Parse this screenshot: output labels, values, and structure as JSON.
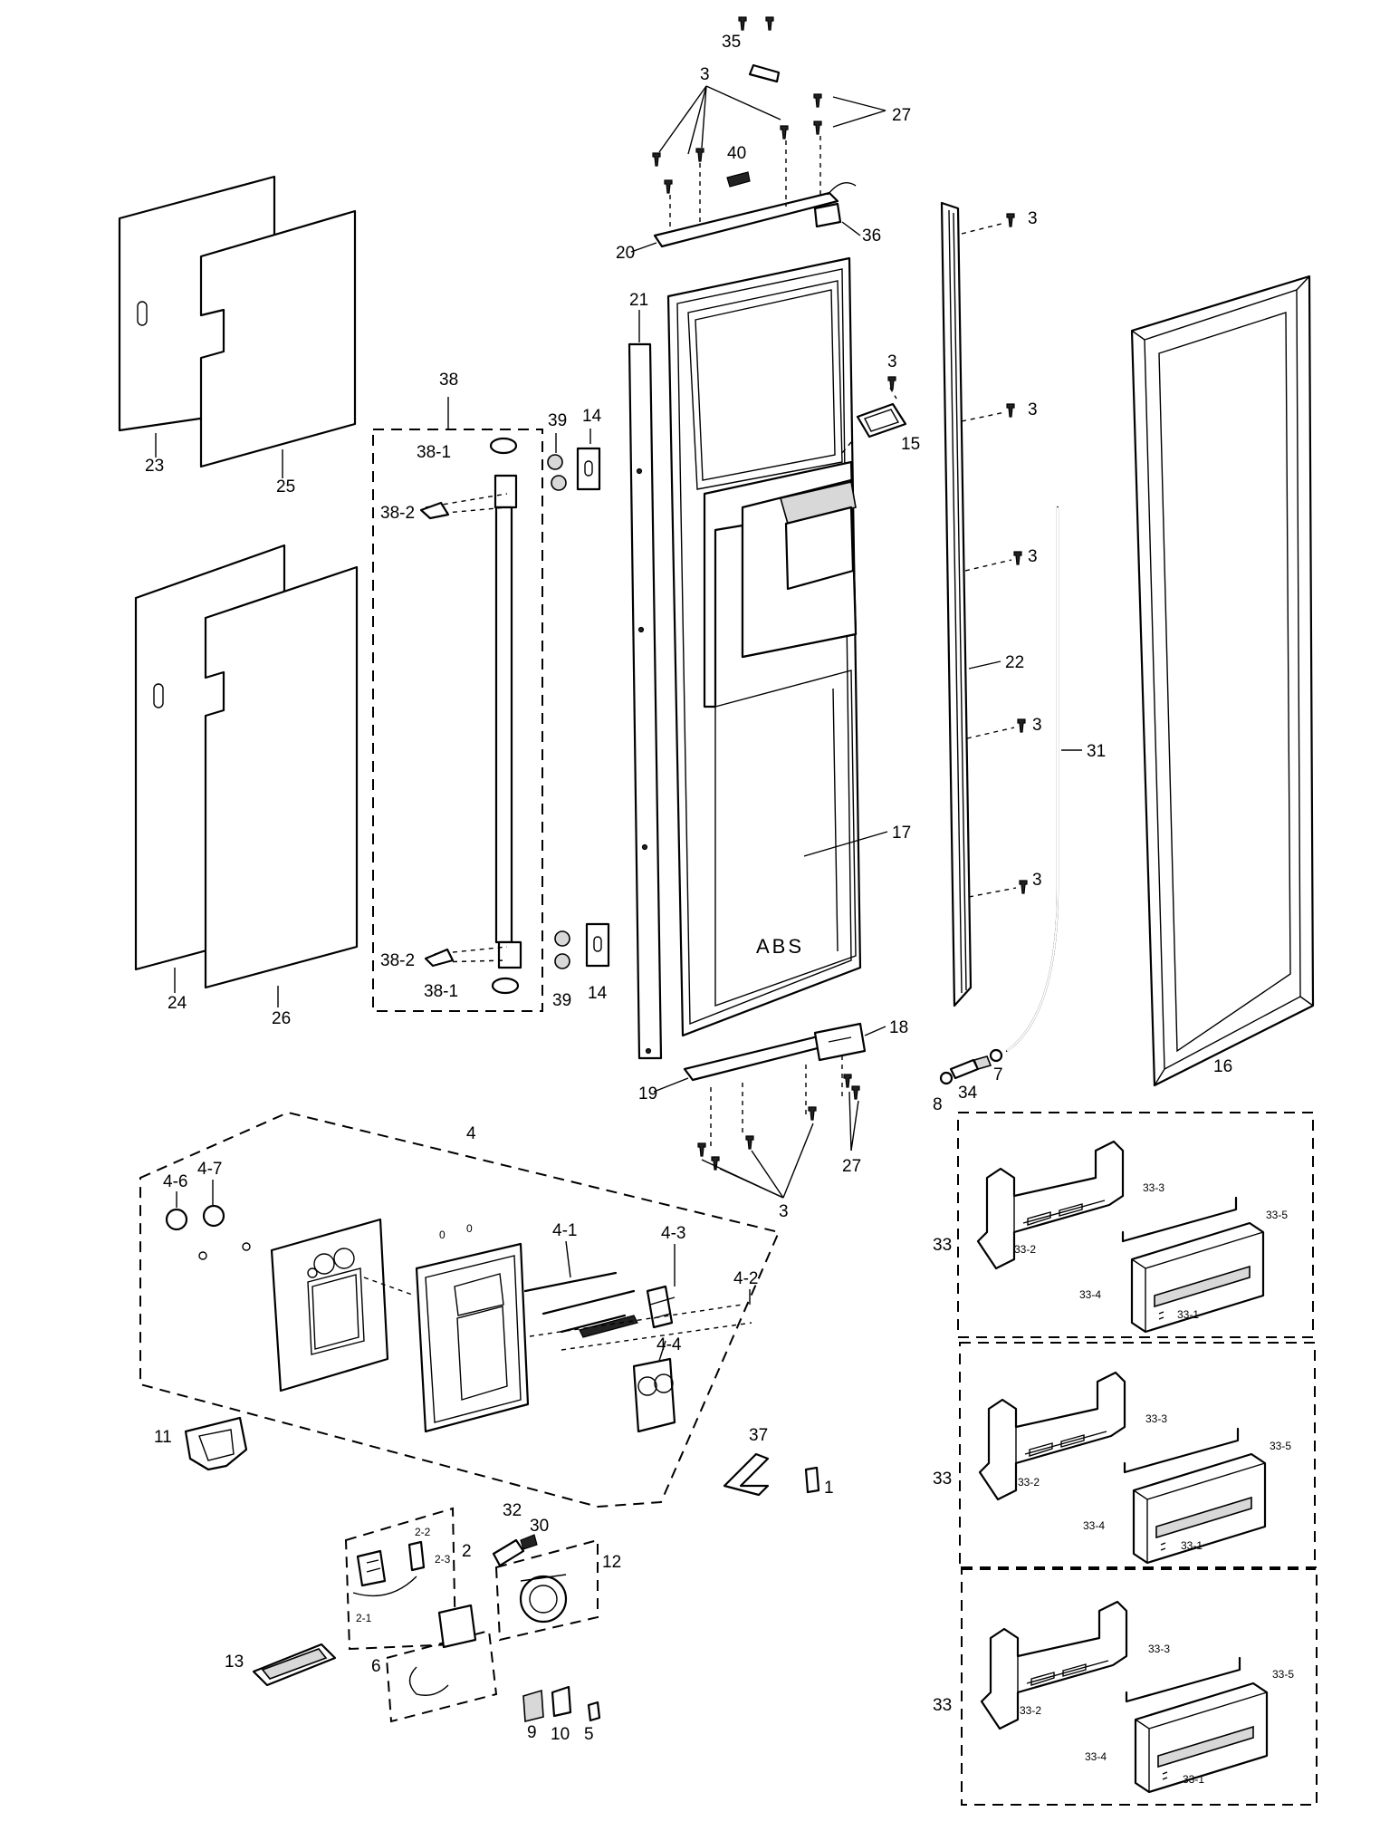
{
  "labels": {
    "p1": "1",
    "p2": "2",
    "p2_1": "2-1",
    "p2_2": "2-2",
    "p2_3": "2-3",
    "p3": "3",
    "p4": "4",
    "p4_1": "4-1",
    "p4_2": "4-2",
    "p4_3": "4-3",
    "p4_4": "4-4",
    "p4_6": "4-6",
    "p4_7": "4-7",
    "p5": "5",
    "p6": "6",
    "p7": "7",
    "p8": "8",
    "p9": "9",
    "p10": "10",
    "p11": "11",
    "p12": "12",
    "p13": "13",
    "p14": "14",
    "p15": "15",
    "p16": "16",
    "p17": "17",
    "p18": "18",
    "p19": "19",
    "p20": "20",
    "p21": "21",
    "p22": "22",
    "p23": "23",
    "p24": "24",
    "p25": "25",
    "p26": "26",
    "p27": "27",
    "p30": "30",
    "p31": "31",
    "p32": "32",
    "p33": "33",
    "p33_1": "33-1",
    "p33_2": "33-2",
    "p33_3": "33-3",
    "p33_4": "33-4",
    "p33_5": "33-5",
    "p34": "34",
    "p35": "35",
    "p36": "36",
    "p37": "37",
    "p38": "38",
    "p38_1": "38-1",
    "p38_2": "38-2",
    "p39": "39",
    "p40": "40",
    "abs_mark": "ABS"
  }
}
